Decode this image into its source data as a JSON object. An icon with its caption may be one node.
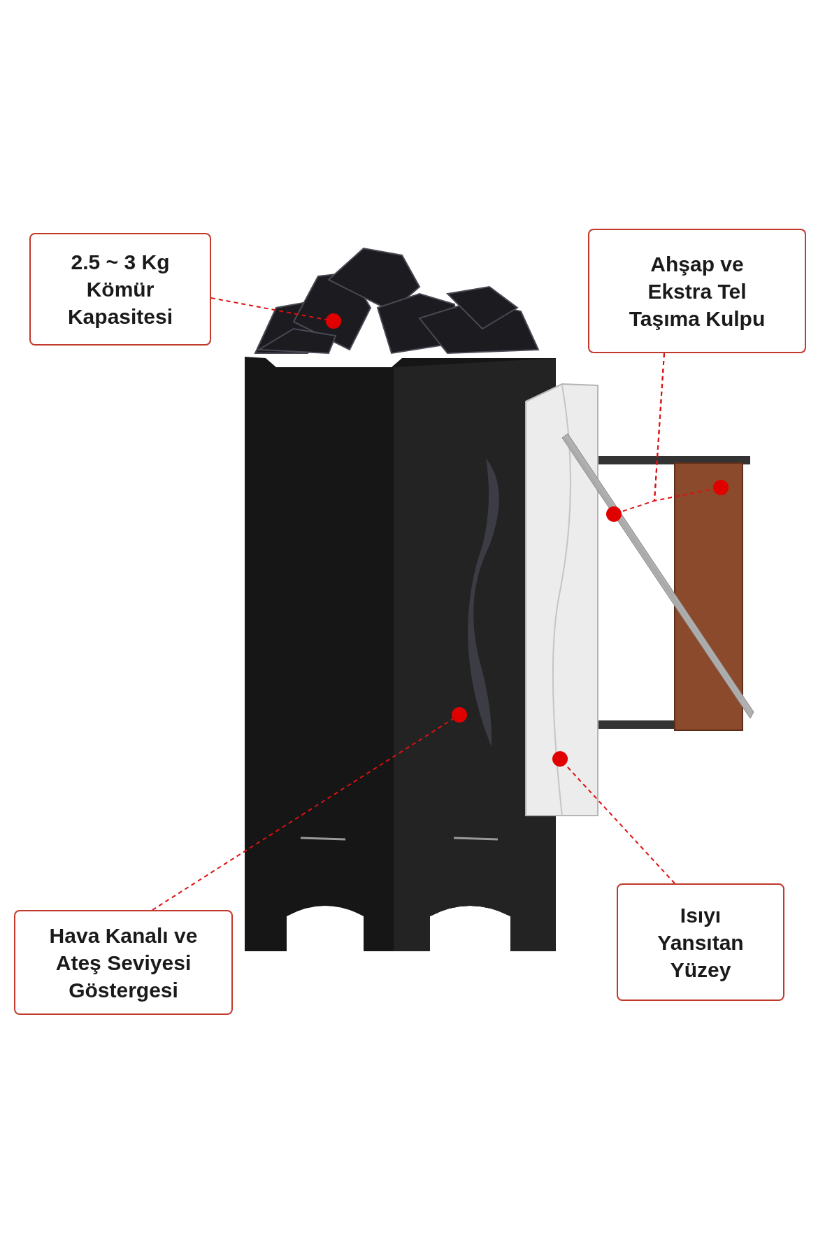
{
  "diagram": {
    "nodes": [
      {
        "text": [
          "2.5 ~ 3 Kg Kömür Kapasitesi"
        ]
      },
      {
        "text": [
          "Ahşap ve Ekstra Tel Taşıma Kulpu"
        ]
      },
      {
        "text": [
          "Hava Kanalı ve Ateş Seviyesi Göstergesi"
        ]
      },
      {
        "text": [
          "Isıyı Yansıtan Yüzey"
        ]
      },
      {
        "text": [],
        "shape": "circle"
      },
      {
        "text": [],
        "shape": "circle"
      },
      {
        "text": [],
        "shape": "circle"
      },
      {
        "text": [],
        "shape": "circle"
      },
      {
        "text": [],
        "shape": "circle"
      }
    ],
    "edges": [
      {
        "from": 0,
        "to": 4,
        "arrow": "none",
        "style": "dashed"
      },
      {
        "from": 1,
        "to": 5,
        "arrow": "none",
        "style": "dashed"
      },
      {
        "from": 1,
        "to": 6,
        "arrow": "none",
        "style": "dashed"
      },
      {
        "from": 2,
        "to": 7,
        "arrow": "none",
        "style": "dashed"
      },
      {
        "from": 3,
        "to": 8,
        "arrow": "none",
        "style": "dashed"
      }
    ]
  }
}
